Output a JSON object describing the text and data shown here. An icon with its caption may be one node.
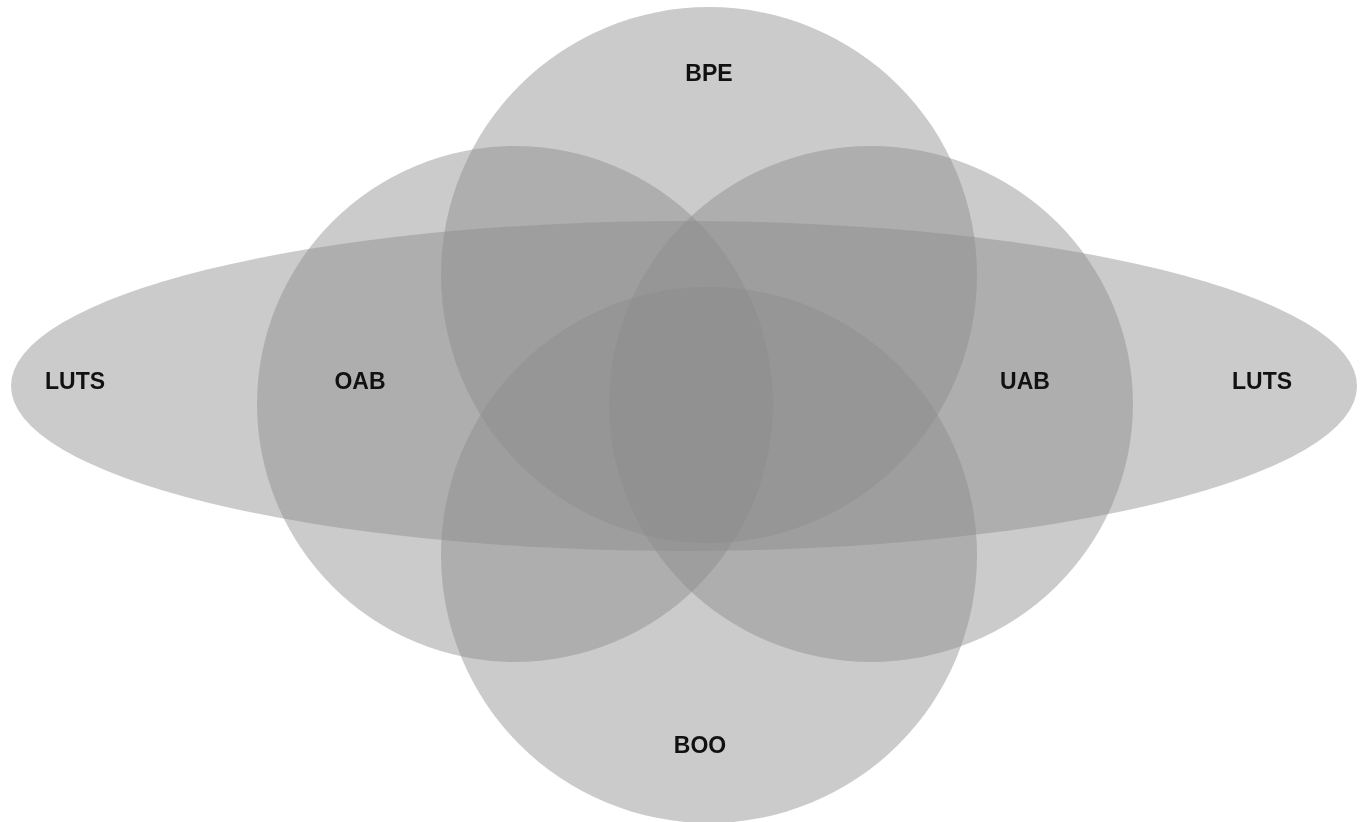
{
  "diagram": {
    "nodes": [
      {
        "text": [
          "BPE"
        ]
      },
      {
        "text": [
          "OAB"
        ]
      },
      {
        "text": [
          "UAB"
        ]
      },
      {
        "text": [
          "LUTS",
          "LUTS"
        ]
      },
      {
        "text": [
          "BOO"
        ]
      }
    ]
  }
}
